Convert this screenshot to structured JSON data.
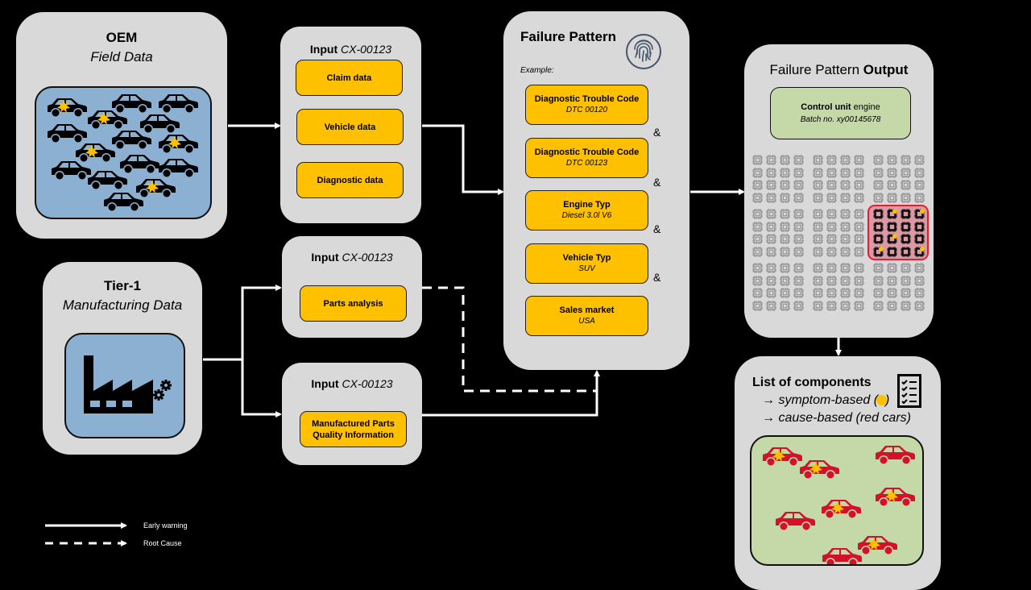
{
  "oem": {
    "title": "OEM",
    "subtitle": "Field Data"
  },
  "tier1": {
    "title": "Tier-1",
    "subtitle": "Manufacturing Data"
  },
  "input_oem": {
    "label": "Input",
    "id": "CX-00123",
    "items": [
      "Claim data",
      "Vehicle data",
      "Diagnostic data"
    ]
  },
  "input_parts": {
    "label": "Input",
    "id": "CX-00123",
    "items": [
      "Parts analysis"
    ]
  },
  "input_quality": {
    "label": "Input",
    "id": "CX-00123",
    "items": [
      "Manufactured Parts Quality Information"
    ]
  },
  "failure_pattern": {
    "title": "Failure Pattern",
    "example_label": "Example:",
    "icon": "fingerprint-icon",
    "conditions": [
      {
        "name": "Diagnostic Trouble Code",
        "value": "DTC 00120"
      },
      {
        "name": "Diagnostic Trouble Code",
        "value": "DTC 00123"
      },
      {
        "name": "Engine Typ",
        "value": "Diesel 3.0l V6"
      },
      {
        "name": "Vehicle Typ",
        "value": "SUV"
      },
      {
        "name": "Sales market",
        "value": "USA"
      }
    ],
    "connector": "&"
  },
  "output": {
    "title_regular": "Failure Pattern",
    "title_bold": "Output",
    "component_bold": "Control unit",
    "component_regular": "engine",
    "batch": "Batch no. xy00145678",
    "chip_groups": 9,
    "highlighted_group": 6,
    "flagged_chips_in_highlight": 5
  },
  "components_list": {
    "title": "List of components",
    "line1": "symptom-based (",
    "line1_end": ")",
    "line2": "cause-based (red cars)",
    "arrow": "→",
    "icon": "checklist-icon",
    "red_cars": 8,
    "red_cars_flagged": 5
  },
  "oem_fleet": {
    "cars": 15,
    "flagged": 5
  },
  "legend": {
    "items": [
      {
        "label": "Early warning",
        "style": "solid"
      },
      {
        "label": "Root Cause",
        "style": "dashed"
      }
    ]
  },
  "colors": {
    "panel": "#d9d9d9",
    "accent_yellow": "#ffc000",
    "blue_box": "#8bb0d2",
    "green_box": "#c4d8a8",
    "red_car": "#d3112b",
    "highlight_red": "#e81c2c"
  }
}
